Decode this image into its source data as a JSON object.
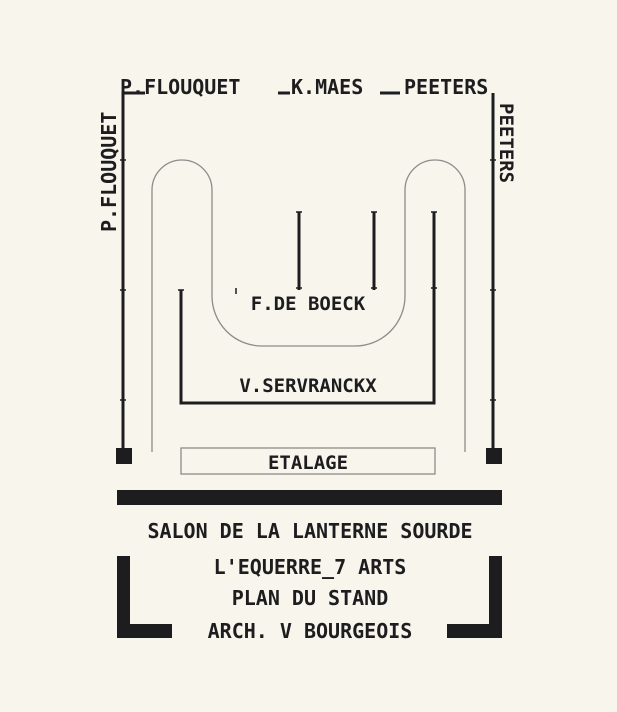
{
  "colors": {
    "paper": "#f7f5ec",
    "ink": "#1d1d1f",
    "thin_line": "#8c8c88"
  },
  "plan": {
    "top_labels": [
      "P.FLOUQUET",
      "K.MAES",
      "PEETERS"
    ],
    "left_vertical_label": "P.FLOUQUET",
    "right_vertical_label": "PEETERS",
    "inner_label_upper": "F.DE BOECK",
    "inner_label_lower": "V.SERVRANCKX",
    "display_label": "ETALAGE"
  },
  "caption": {
    "line1": "SALON DE LA LANTERNE SOURDE",
    "line2": "L'EQUERRE_7 ARTS",
    "line3": "PLAN DU STAND",
    "line4": "ARCH. V BOURGEOIS"
  }
}
